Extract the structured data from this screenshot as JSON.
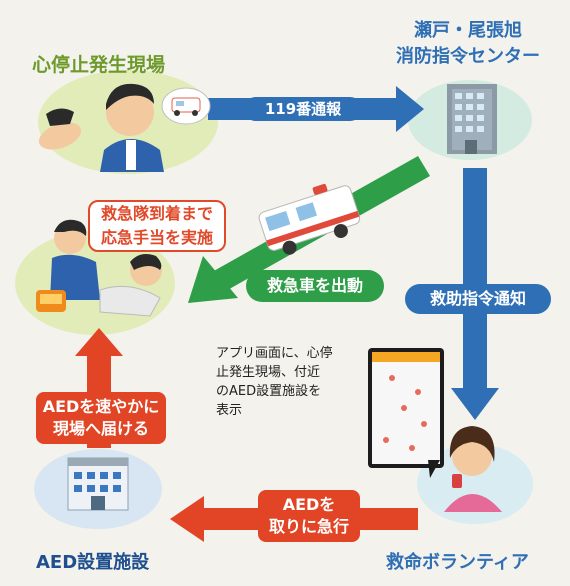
{
  "labels": {
    "scene_title": "心停止発生現場",
    "center_title_line1": "瀬戸・尾張旭",
    "center_title_line2": "消防指令センター",
    "call_119": "119番通報",
    "first_aid_line1": "救急隊到着まで",
    "first_aid_line2": "応急手当を実施",
    "ambulance_dispatch": "救急車を出動",
    "rescue_notify": "救助指令通知",
    "app_note_line1": "アプリ画面に、心停",
    "app_note_line2": "止発生現場、付近",
    "app_note_line3": "のAED設置施設を",
    "app_note_line4": "表示",
    "aed_deliver_line1": "AEDを速やかに",
    "aed_deliver_line2": "現場へ届ける",
    "aed_fetch_line1": "AEDを",
    "aed_fetch_line2": "取りに急行",
    "aed_facility": "AED設置施設",
    "volunteer": "救命ボランティア"
  },
  "colors": {
    "blue": "#2f6fb5",
    "green": "#2f9e48",
    "red": "#e14525",
    "scene_circle": "#e2ecb9",
    "teal_circle": "#d3ebe1",
    "facility_circle": "#d7e6f2",
    "volunteer_circle": "#d8ecf2"
  }
}
